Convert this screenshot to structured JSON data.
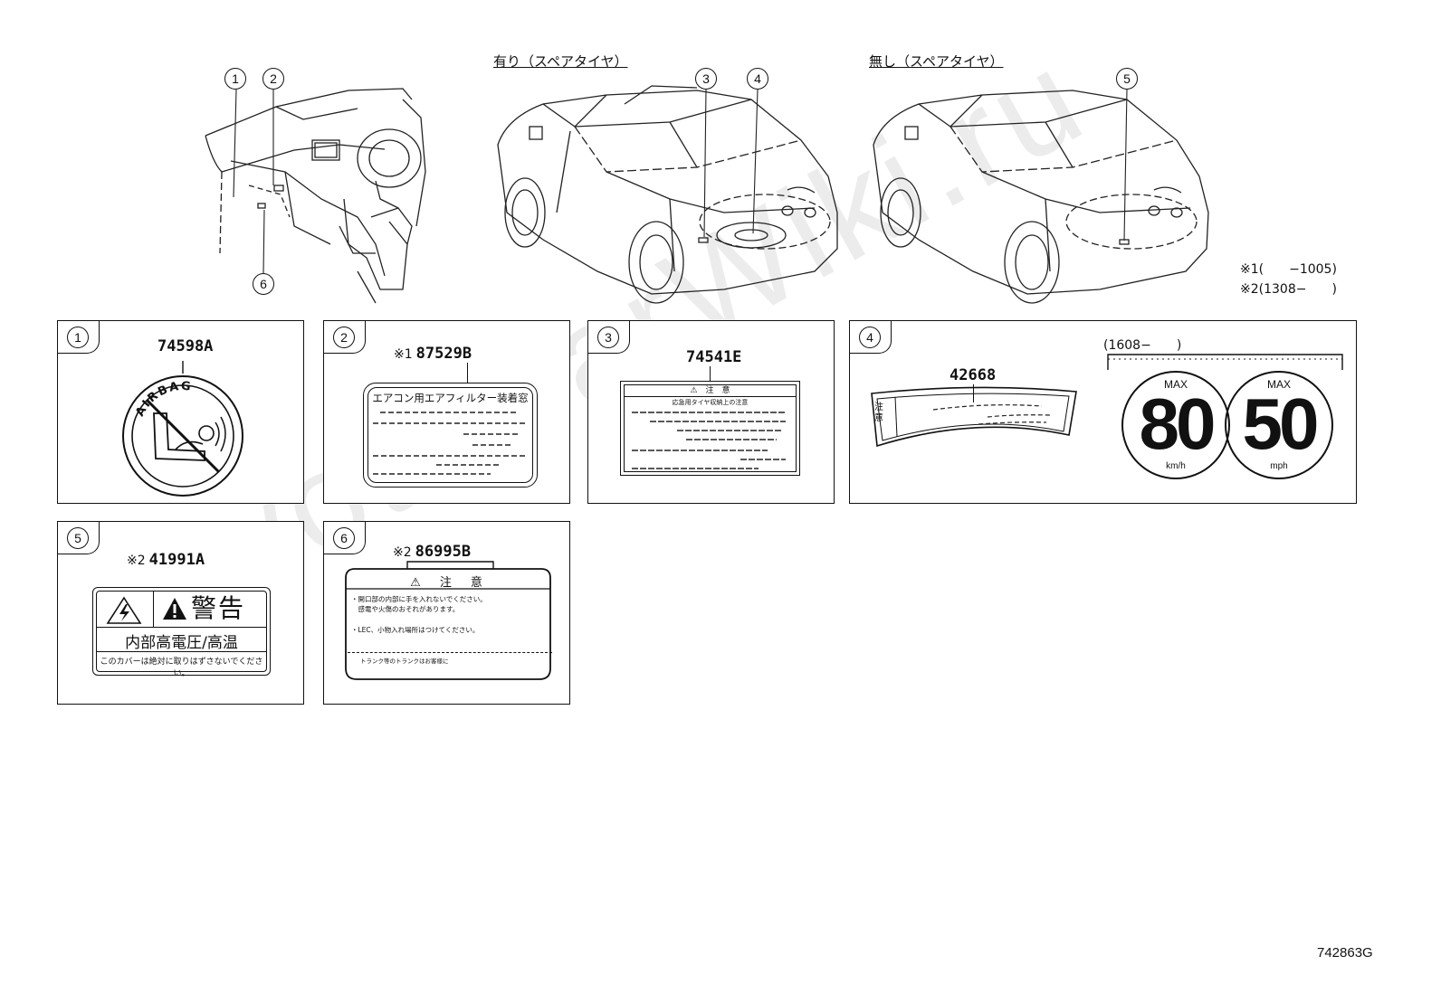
{
  "headings": {
    "with_spare": "有り（スペアタイヤ）",
    "without_spare": "無し（スペアタイヤ）"
  },
  "callouts": [
    "1",
    "2",
    "3",
    "4",
    "5",
    "6"
  ],
  "date_notes": [
    {
      "mark": "※1",
      "range": "(　　−1005)"
    },
    {
      "mark": "※2",
      "range": "(1308−　　)"
    }
  ],
  "panels": [
    {
      "num": "1",
      "prefix": "",
      "part": "74598A",
      "label_text": "AIRBAG"
    },
    {
      "num": "2",
      "prefix": "※1",
      "part": "87529B",
      "label_title": "エアコン用エアフィルター装着窓"
    },
    {
      "num": "3",
      "prefix": "",
      "part": "74541E",
      "label_title": "⚠　注　意",
      "label_sub": "応急用タイヤ収納上の注意"
    },
    {
      "num": "4",
      "prefix": "",
      "part": "42668",
      "label_side": "注意",
      "range": "(1608−　　)",
      "signs": [
        {
          "top": "MAX",
          "value": "80",
          "unit": "km/h"
        },
        {
          "top": "MAX",
          "value": "50",
          "unit": "mph"
        }
      ]
    },
    {
      "num": "5",
      "prefix": "※2",
      "part": "41991A",
      "warn_title": "警告",
      "warn_line1": "内部高電圧/高温",
      "warn_line2": "このカバーは絶対に取りはずさないでください。"
    },
    {
      "num": "6",
      "prefix": "※2",
      "part": "86995B",
      "caution_title": "⚠　注　意",
      "caution_lines": [
        "・開口部の内部に手を入れないでください。",
        "　感電や火傷のおそれがあります。",
        "・LEC、小物入れ場所はつけてください。",
        "トランク等のトランクはお客様に"
      ]
    }
  ],
  "watermark": "ToyotaCarWiki.ru",
  "drawing_code": "742863G"
}
